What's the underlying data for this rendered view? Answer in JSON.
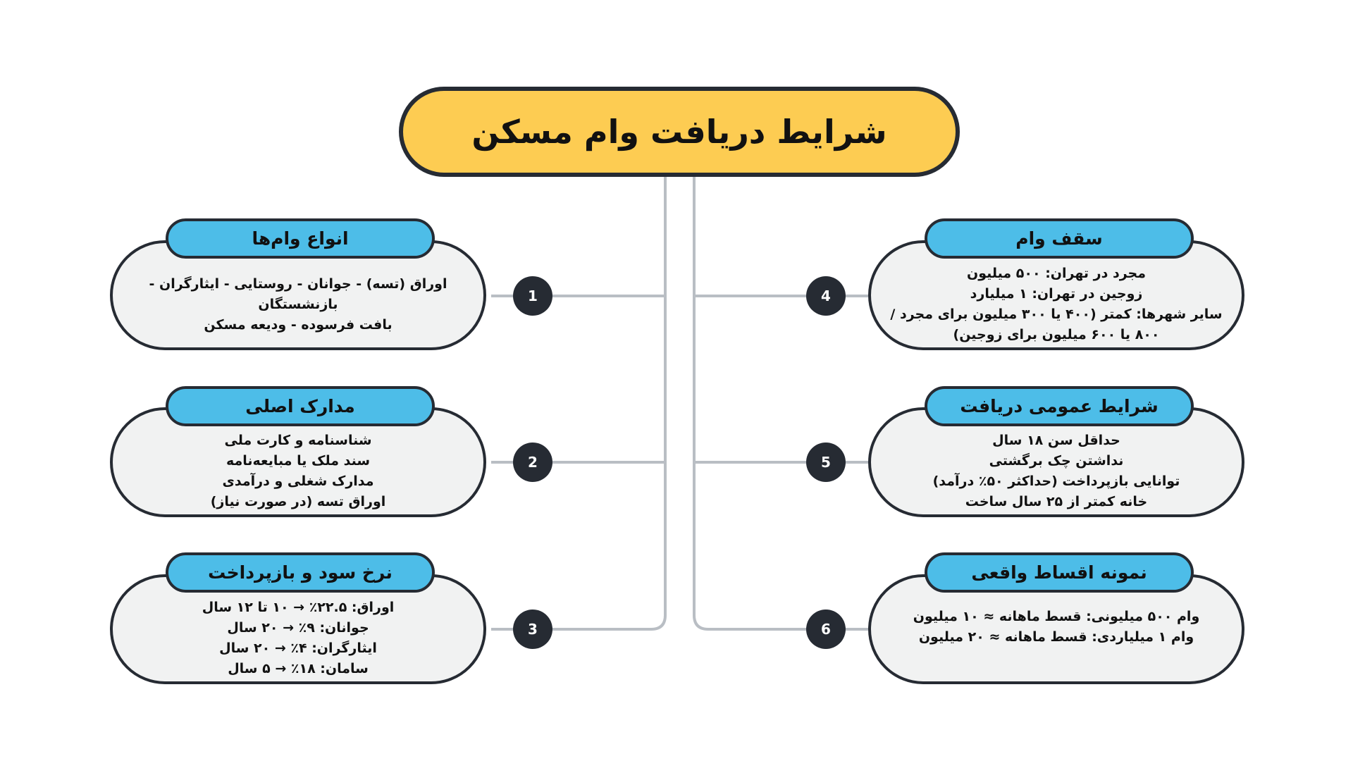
{
  "title": "شرایط دریافت وام مسکن",
  "colors": {
    "title_fill": "#FDCC52",
    "header_fill": "#4DBDE8",
    "box_fill": "#F1F2F2",
    "outline": "#262B33",
    "connector": "#B9BEC4"
  },
  "sections": [
    {
      "number": "1",
      "heading": "انواع وام‌ها",
      "lines": [
        "اوراق (تسه) - جوانان - روستایی - ایثارگران - بازنشستگان",
        "بافت فرسوده - ودیعه مسکن"
      ]
    },
    {
      "number": "2",
      "heading": "مدارک اصلی",
      "lines": [
        "شناسنامه و کارت ملی",
        "سند ملک یا مبایعه‌نامه",
        "مدارک شغلی و درآمدی",
        "اوراق تسه (در صورت نیاز)"
      ]
    },
    {
      "number": "3",
      "heading": "نرخ سود و بازپرداخت",
      "lines": [
        "اوراق: ۲۲.۵٪ → ۱۰ تا ۱۲ سال",
        "جوانان: ۹٪ → ۲۰ سال",
        "ایثارگران: ۴٪ → ۲۰ سال",
        "سامان: ۱۸٪ → ۵ سال"
      ]
    },
    {
      "number": "4",
      "heading": "سقف وام",
      "lines": [
        "مجرد در تهران: ۵۰۰ میلیون",
        "زوجین در تهران: ۱ میلیارد",
        "سایر شهرها: کمتر (۴۰۰ یا ۳۰۰ میلیون برای مجرد /",
        "۸۰۰ یا ۶۰۰ میلیون برای زوجین)"
      ]
    },
    {
      "number": "5",
      "heading": "شرایط عمومی دریافت",
      "lines": [
        "حداقل سن ۱۸ سال",
        "نداشتن چک برگشتی",
        "توانایی بازپرداخت (حداکثر ۵۰٪ درآمد)",
        "خانه کمتر از ۲۵ سال ساخت"
      ]
    },
    {
      "number": "6",
      "heading": "نمونه اقساط واقعی",
      "lines": [
        "وام ۵۰۰ میلیونی: قسط ماهانه ≈ ۱۰ میلیون",
        "وام ۱ میلیاردی: قسط ماهانه ≈ ۲۰ میلیون"
      ]
    }
  ]
}
